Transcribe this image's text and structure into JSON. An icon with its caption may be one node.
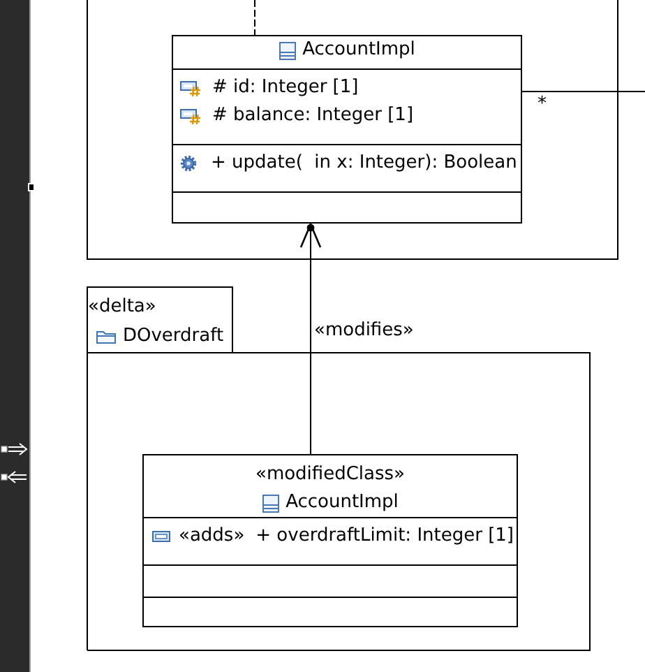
{
  "diagram": {
    "nodes": [
      {
        "text": [],
        "shape": "box"
      },
      {
        "text": [
          "AccountImpl",
          "# id: Integer [1]",
          "# balance: Integer [1]",
          "+ update(  in x: Integer): Boolean"
        ],
        "in": 0
      },
      {
        "text": [
          "«delta»",
          "DOverdraft"
        ]
      },
      {
        "text": [
          "«modifiedClass»",
          "AccountImpl",
          "«adds»",
          "+ overdraftLimit: Integer [1]"
        ],
        "in": 2
      }
    ],
    "edges": [
      {
        "from": null,
        "to": 1,
        "arrow": "none",
        "style": "dashed"
      },
      {
        "from": 1,
        "to": null,
        "arrow": "none",
        "label": "*"
      },
      {
        "from": 3,
        "to": 1,
        "arrow": "to",
        "label": "«modifies»"
      }
    ]
  }
}
